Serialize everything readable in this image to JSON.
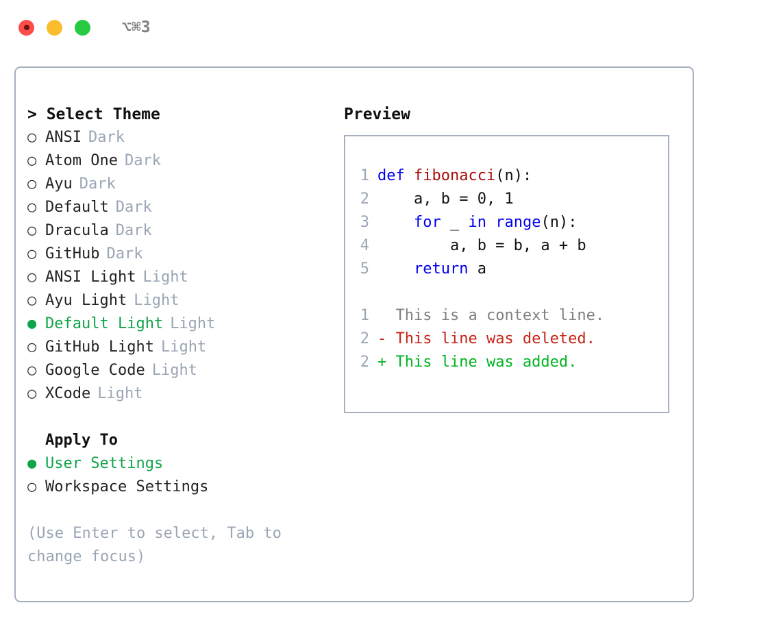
{
  "window": {
    "title": "⌥⌘3",
    "traffic_lights": [
      {
        "name": "close-button",
        "color": "#fb4d4a"
      },
      {
        "name": "minimize-button",
        "color": "#fbbd2e"
      },
      {
        "name": "maximize-button",
        "color": "#26ca40"
      }
    ]
  },
  "colors": {
    "selected_green": "#10a44a",
    "muted_tag": "#9aa5b5",
    "border": "#a6b0c0",
    "keyword_blue": "#0000ee",
    "function_red": "#aa0d0d",
    "diff_deleted": "#c62417",
    "diff_added": "#00b322",
    "diff_context": "#808080"
  },
  "theme_list": {
    "heading": "> Select Theme",
    "bullet_selected": "●",
    "bullet_unselected": "○",
    "items": [
      {
        "label": "ANSI",
        "tag": "Dark",
        "selected": false
      },
      {
        "label": "Atom One",
        "tag": "Dark",
        "selected": false
      },
      {
        "label": "Ayu",
        "tag": "Dark",
        "selected": false
      },
      {
        "label": "Default",
        "tag": "Dark",
        "selected": false
      },
      {
        "label": "Dracula",
        "tag": "Dark",
        "selected": false
      },
      {
        "label": "GitHub",
        "tag": "Dark",
        "selected": false
      },
      {
        "label": "ANSI Light",
        "tag": "Light",
        "selected": false
      },
      {
        "label": "Ayu Light",
        "tag": "Light",
        "selected": false
      },
      {
        "label": "Default Light",
        "tag": "Light",
        "selected": true
      },
      {
        "label": "GitHub Light",
        "tag": "Light",
        "selected": false
      },
      {
        "label": "Google Code",
        "tag": "Light",
        "selected": false
      },
      {
        "label": "XCode",
        "tag": "Light",
        "selected": false
      }
    ]
  },
  "apply_to": {
    "heading": "Apply To",
    "items": [
      {
        "label": "User Settings",
        "selected": true
      },
      {
        "label": "Workspace Settings",
        "selected": false
      }
    ]
  },
  "help_text": "(Use Enter to select, Tab to change focus)",
  "preview": {
    "heading": "Preview",
    "code_lines": [
      {
        "number": "1",
        "tokens": [
          {
            "text": "def ",
            "kind": "keyword"
          },
          {
            "text": "fibonacci",
            "kind": "function"
          },
          {
            "text": "(n):",
            "kind": "plain"
          }
        ]
      },
      {
        "number": "2",
        "tokens": [
          {
            "text": "    a, b = 0, 1",
            "kind": "plain"
          }
        ]
      },
      {
        "number": "3",
        "tokens": [
          {
            "text": "    ",
            "kind": "plain"
          },
          {
            "text": "for",
            "kind": "keyword"
          },
          {
            "text": " _ ",
            "kind": "plain"
          },
          {
            "text": "in",
            "kind": "keyword"
          },
          {
            "text": " ",
            "kind": "plain"
          },
          {
            "text": "range",
            "kind": "keyword"
          },
          {
            "text": "(n):",
            "kind": "plain"
          }
        ]
      },
      {
        "number": "4",
        "tokens": [
          {
            "text": "        a, b = b, a + b",
            "kind": "plain"
          }
        ]
      },
      {
        "number": "5",
        "tokens": [
          {
            "text": "    ",
            "kind": "plain"
          },
          {
            "text": "return",
            "kind": "keyword"
          },
          {
            "text": " a",
            "kind": "plain"
          }
        ]
      }
    ],
    "diff_lines": [
      {
        "number": "1",
        "marker": " ",
        "text": "This is a context line.",
        "kind": "context"
      },
      {
        "number": "2",
        "marker": "-",
        "text": "This line was deleted.",
        "kind": "deleted"
      },
      {
        "number": "2",
        "marker": "+",
        "text": "This line was added.",
        "kind": "added"
      }
    ]
  }
}
